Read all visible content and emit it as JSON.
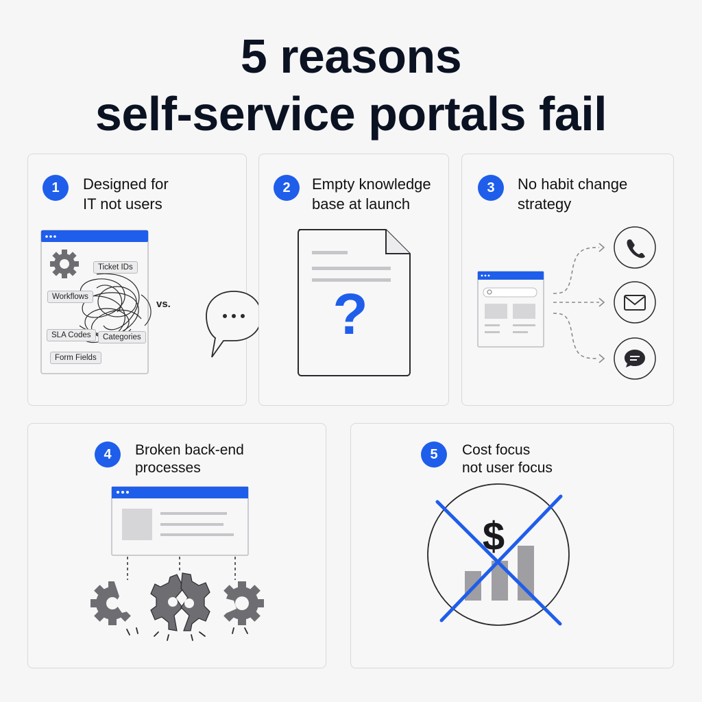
{
  "title": {
    "line1": "5 reasons",
    "line2": "self-service portals fail"
  },
  "cards": [
    {
      "number": "1",
      "title_line1": "Designed for",
      "title_line2": "IT not users",
      "tags": [
        "Ticket IDs",
        "Workflows",
        "SLA Codes",
        "Categories",
        "Form Fields"
      ],
      "comparison": "vs.",
      "bubble_text": "..."
    },
    {
      "number": "2",
      "title_line1": "Empty knowledge",
      "title_line2": "base at launch",
      "glyph": "?"
    },
    {
      "number": "3",
      "title_line1": "No habit change",
      "title_line2": "strategy",
      "channels": [
        "phone-icon",
        "mail-icon",
        "chat-icon"
      ]
    },
    {
      "number": "4",
      "title_line1": "Broken back-end",
      "title_line2": "processes"
    },
    {
      "number": "5",
      "title_line1": "Cost focus",
      "title_line2": "not user focus",
      "glyph": "$"
    }
  ],
  "colors": {
    "accent": "#1f5eea",
    "text": "#0b1222",
    "gear": "#6d6d72",
    "line": "#bdbdc2"
  }
}
